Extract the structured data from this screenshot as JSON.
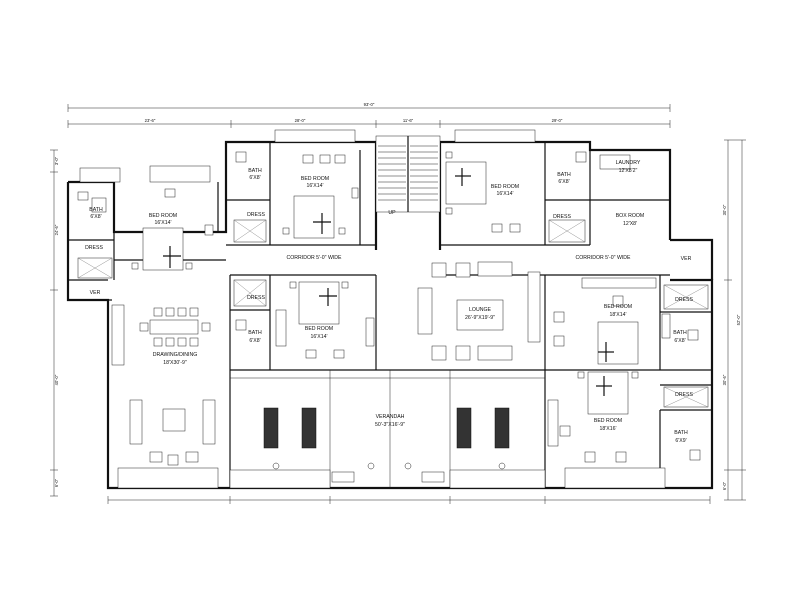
{
  "dimensions": {
    "top_overall": "93'-0\"",
    "top_segments": [
      "23'-6\"",
      "28'-0\"",
      "11'-6\"",
      "29'-0\""
    ],
    "left": [
      "3'-0\"",
      "24'-6\"",
      "40'-0\"",
      "6'-0\""
    ],
    "right": [
      "30'-0\"",
      "52'-0\"",
      "30'-6\"",
      "6'-0\""
    ]
  },
  "rooms": {
    "bath_left": {
      "name": "BATH",
      "size": "6'X8'"
    },
    "dress_left": {
      "name": "DRESS"
    },
    "bedroom_left": {
      "name": "BED ROOM",
      "size": "16'X14'"
    },
    "bath_top": {
      "name": "BATH",
      "size": "6'X8'"
    },
    "dress_top": {
      "name": "DRESS"
    },
    "bedroom_top": {
      "name": "BED ROOM",
      "size": "16'X14'"
    },
    "bedroom_top_right": {
      "name": "BED ROOM",
      "size": "16'X14'"
    },
    "bath_top_right": {
      "name": "BATH",
      "size": "6'X8'"
    },
    "dress_top_right": {
      "name": "DRESS"
    },
    "laundry": {
      "name": "LAUNDRY",
      "size": "12'X8'2\""
    },
    "box_room": {
      "name": "BOX ROOM",
      "size": "12'X8'"
    },
    "ver_left": {
      "name": "VER"
    },
    "ver_right": {
      "name": "VER"
    },
    "corridor_left": {
      "name": "CORRIDOR 5'-0\" WIDE"
    },
    "corridor_right": {
      "name": "CORRIDOR 5'-0\" WIDE"
    },
    "up": {
      "name": "UP"
    },
    "dress_mid": {
      "name": "DRESS"
    },
    "bath_mid": {
      "name": "BATH",
      "size": "6'X8'"
    },
    "bedroom_mid": {
      "name": "BED ROOM",
      "size": "16'X14'"
    },
    "drawing_dining": {
      "name": "DRAWING/DINING",
      "size": "18'X30'-9\""
    },
    "lounge": {
      "name": "LOUNGE",
      "size": "26'-9\"X19'-9\""
    },
    "bedroom_right_mid": {
      "name": "BED ROOM",
      "size": "18'X14'"
    },
    "dress_right_mid": {
      "name": "DRESS"
    },
    "bath_right_mid": {
      "name": "BATH",
      "size": "6'X8'"
    },
    "dress_right_low": {
      "name": "DRESS"
    },
    "verandah": {
      "name": "VERANDAH",
      "size": "50'-3\"X16'-9\""
    },
    "bedroom_right_low": {
      "name": "BED ROOM",
      "size": "18'X16'"
    },
    "bath_right_low": {
      "name": "BATH",
      "size": "6'X9'"
    }
  }
}
